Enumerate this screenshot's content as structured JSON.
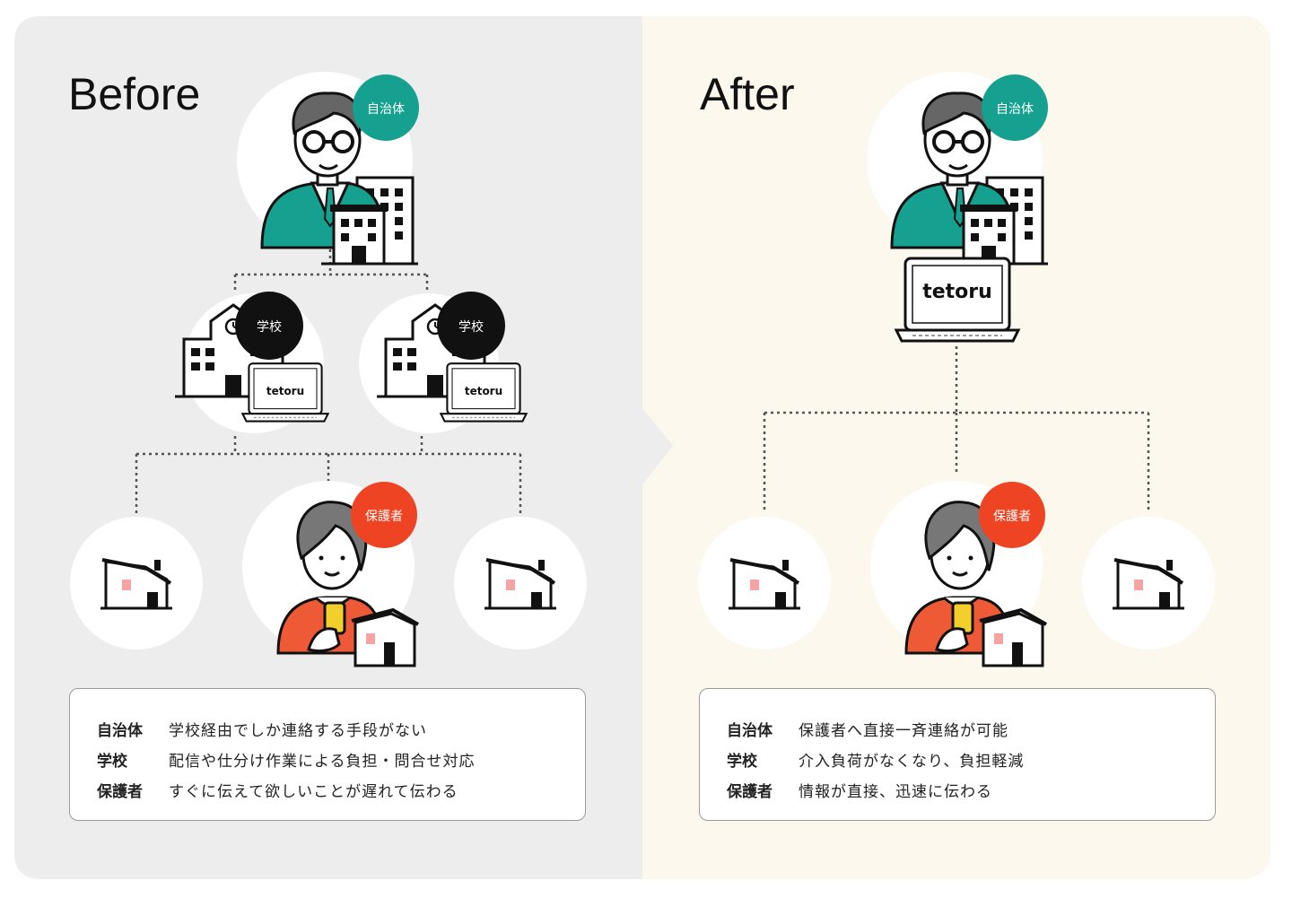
{
  "before": {
    "title": "Before",
    "badges": {
      "municipality": "自治体",
      "school": "学校",
      "guardian": "保護者"
    },
    "laptop_brand": "tetoru",
    "summary": [
      {
        "label": "自治体",
        "text": "学校経由でしか連絡する手段がない"
      },
      {
        "label": "学校",
        "text": "配信や仕分け作業による負担・問合せ対応"
      },
      {
        "label": "保護者",
        "text": "すぐに伝えて欲しいことが遅れて伝わる"
      }
    ]
  },
  "after": {
    "title": "After",
    "badges": {
      "municipality": "自治体",
      "guardian": "保護者"
    },
    "laptop_brand": "tetoru",
    "summary": [
      {
        "label": "自治体",
        "text": "保護者へ直接一斉連絡が可能"
      },
      {
        "label": "学校",
        "text": "介入負荷がなくなり、負担軽減"
      },
      {
        "label": "保護者",
        "text": "情報が直接、迅速に伝わる"
      }
    ]
  },
  "colors": {
    "before_bg": "#ededed",
    "after_bg": "#fcf8ee",
    "municipality_badge": "#16a08f",
    "school_badge": "#111111",
    "guardian_badge": "#ee4424",
    "suit": "#16a08f",
    "guardian_shirt": "#ee5a36",
    "house_accent": "#f5a3a3"
  },
  "icons": [
    "man-in-suit-icon",
    "office-building-icon",
    "school-building-icon",
    "laptop-icon",
    "house-icon",
    "woman-with-phone-icon",
    "dotted-connector-line"
  ]
}
